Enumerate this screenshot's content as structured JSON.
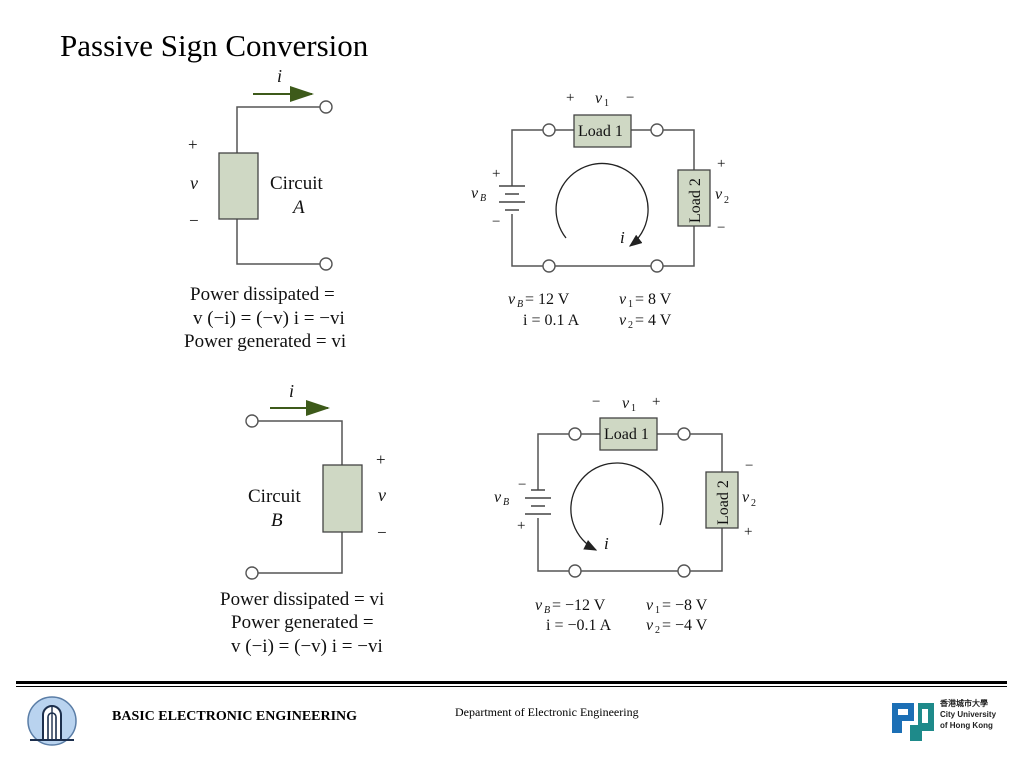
{
  "title": "Passive Sign Conversion",
  "diagrams": {
    "top_left": {
      "current_label": "i",
      "plus": "+",
      "minus": "−",
      "voltage_label": "v",
      "circuit_line1": "Circuit",
      "circuit_line2": "A",
      "caption_line1": "Power dissipated =",
      "caption_line2": "v (−i) = (−v) i = −vi",
      "caption_line3": "Power generated = vi"
    },
    "top_right": {
      "v1_plus": "+",
      "v1_label": "v",
      "v1_sub": "1",
      "v1_minus": "−",
      "load1": "Load 1",
      "load2": "Load 2",
      "vb_plus": "+",
      "vb_label": "v",
      "vb_sub": "B",
      "vb_minus": "−",
      "v2_plus": "+",
      "v2_label": "v",
      "v2_sub": "2",
      "v2_minus": "−",
      "current_label": "i",
      "vb_value": "= 12 V",
      "v1_value": "= 8 V",
      "i_value": "i = 0.1 A",
      "v2_value": "= 4 V"
    },
    "bottom_left": {
      "current_label": "i",
      "plus": "+",
      "minus": "−",
      "voltage_label": "v",
      "circuit_line1": "Circuit",
      "circuit_line2": "B",
      "caption_line1": "Power dissipated = vi",
      "caption_line2": "Power generated =",
      "caption_line3": "v (−i) = (−v) i = −vi"
    },
    "bottom_right": {
      "v1_minus": "−",
      "v1_label": "v",
      "v1_sub": "1",
      "v1_plus": "+",
      "load1": "Load 1",
      "load2": "Load 2",
      "vb_minus": "−",
      "vb_label": "v",
      "vb_sub": "B",
      "vb_plus": "+",
      "v2_minus": "−",
      "v2_label": "v",
      "v2_sub": "2",
      "v2_plus": "+",
      "current_label": "i",
      "vb_value": "= −12 V",
      "v1_value": "= −8 V",
      "i_value": "i = −0.1 A",
      "v2_value": "= −4 V"
    }
  },
  "footer": {
    "left_text": "BASIC ELECTRONIC ENGINEERING",
    "center_text": "Department of Electronic Engineering",
    "cityu_chinese": "香港城市大學",
    "cityu_line1": "City University",
    "cityu_line2": "of Hong Kong"
  },
  "colors": {
    "component_fill": "#cfd8c4",
    "arrow": "#3d5a1a",
    "logo_blue": "#1c6fb5",
    "logo_teal": "#1e8a8a"
  },
  "icons": {
    "left_logo": "department-crest-icon",
    "right_logo": "cityu-logo-icon"
  }
}
